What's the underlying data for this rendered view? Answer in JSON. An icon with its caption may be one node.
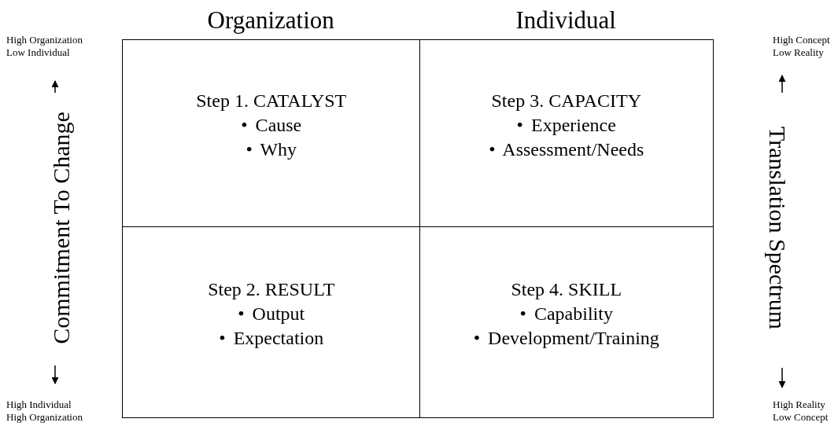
{
  "diagram": {
    "nodes": [
      {
        "text": [
          "Step 1. CATALYST",
          "• Cause",
          "• Why"
        ]
      },
      {
        "text": [
          "Step 3. CAPACITY",
          "• Experience",
          "• Assessment/Needs"
        ]
      },
      {
        "text": [
          "Step 2. RESULT",
          "• Output",
          "• Expectation"
        ]
      },
      {
        "text": [
          "Step 4. SKILL",
          "• Capability",
          "• Development/Training"
        ]
      }
    ],
    "edges": [],
    "labels": [
      "High Organization Low Individual",
      "Organization",
      "Individual",
      "High Concept Low Reality",
      "Commitment To Change",
      "Translation Spectrum",
      "High Individual High Organization",
      "High Reality Low Concept"
    ]
  }
}
